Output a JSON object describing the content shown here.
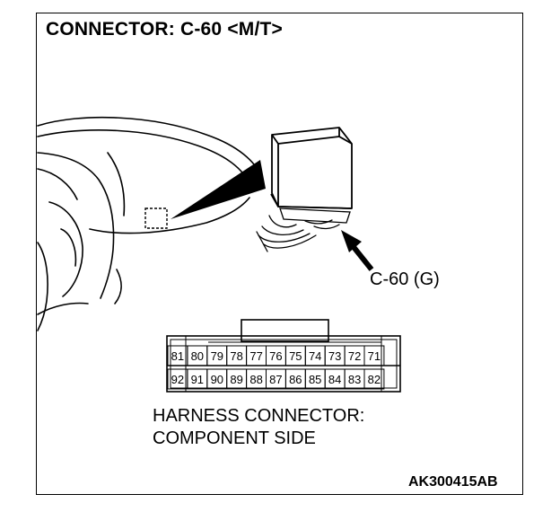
{
  "title": "CONNECTOR: C-60 <M/T>",
  "callout": "C-60 (G)",
  "caption": {
    "line1": "HARNESS CONNECTOR:",
    "line2": "COMPONENT SIDE"
  },
  "reference_code": "AK300415AB",
  "connector": {
    "top_row": [
      "81",
      "80",
      "79",
      "78",
      "77",
      "76",
      "75",
      "74",
      "73",
      "72",
      "71"
    ],
    "bottom_row": [
      "92",
      "91",
      "90",
      "89",
      "88",
      "87",
      "86",
      "85",
      "84",
      "83",
      "82"
    ]
  }
}
